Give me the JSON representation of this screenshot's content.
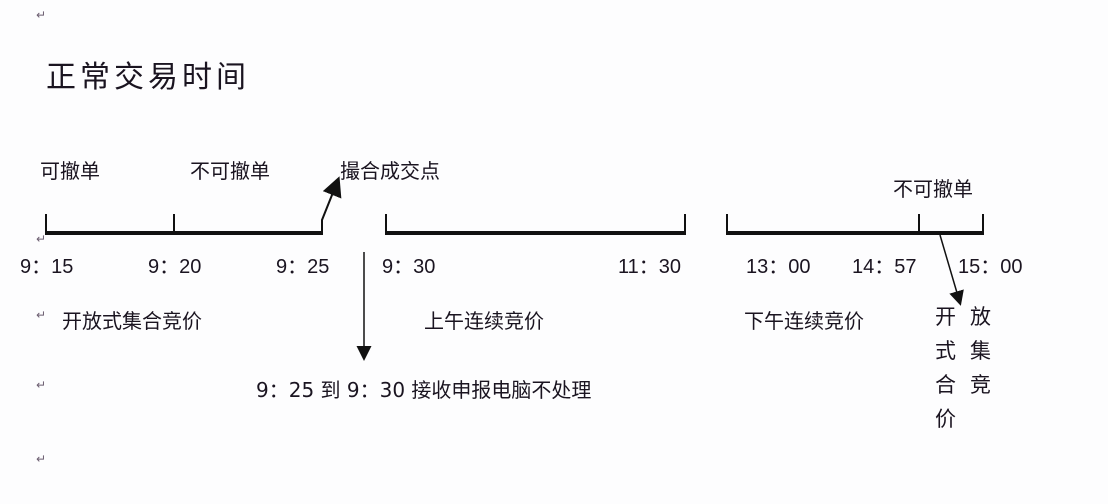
{
  "title": "正常交易时间",
  "paragraph_mark": "↵",
  "labels": {
    "cancellable": "可撤单",
    "not_cancellable_morning": "不可撤单",
    "matching_point": "撮合成交点",
    "not_cancellable_afternoon": "不可撤单"
  },
  "times": [
    "9：15",
    "9：20",
    "9：25",
    "9：30",
    "11：30",
    "13：00",
    "14：57",
    "15：00"
  ],
  "phases": {
    "open_auction_morning": "开放式集合竞价",
    "continuous_morning": "上午连续竞价",
    "continuous_afternoon": "下午连续竞价",
    "open_auction_closing": "开放式集合竞价"
  },
  "note": "9：25 到 9：30 接收申报电脑不处理"
}
